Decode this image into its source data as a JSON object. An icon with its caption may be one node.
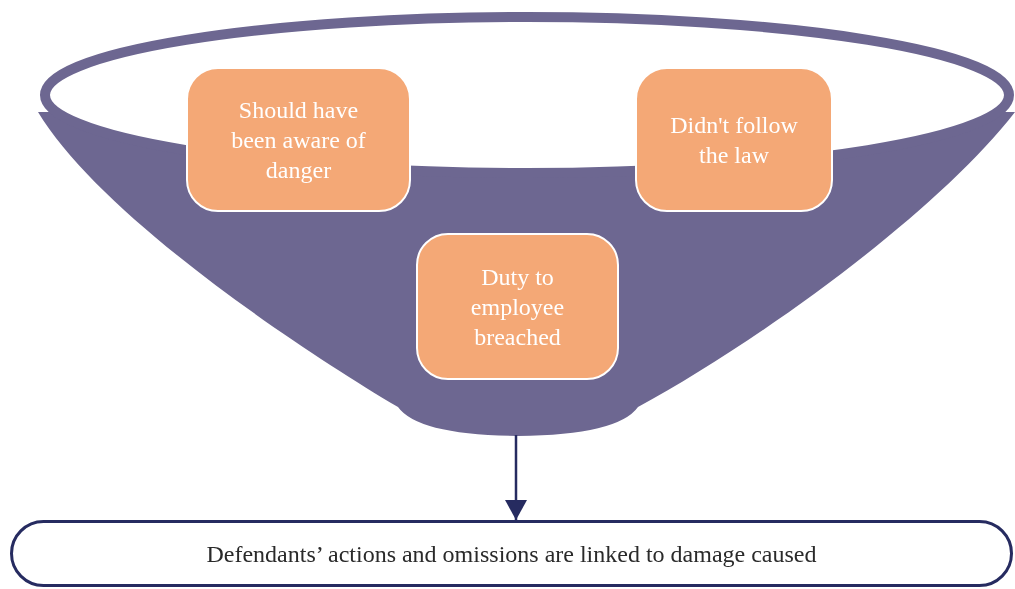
{
  "diagram": {
    "nodes": [
      {
        "text": [],
        "shape": "funnel"
      },
      {
        "text": [
          "Should have been aware of danger"
        ]
      },
      {
        "text": [
          "Didn't follow the law"
        ]
      },
      {
        "text": [
          "Duty to employee breached"
        ],
        "in": 0
      },
      {
        "text": [
          "Defendants’ actions and omissions are linked to damage caused"
        ]
      }
    ],
    "edges": [
      {
        "from": 0,
        "to": 4,
        "arrow": "to"
      }
    ]
  }
}
